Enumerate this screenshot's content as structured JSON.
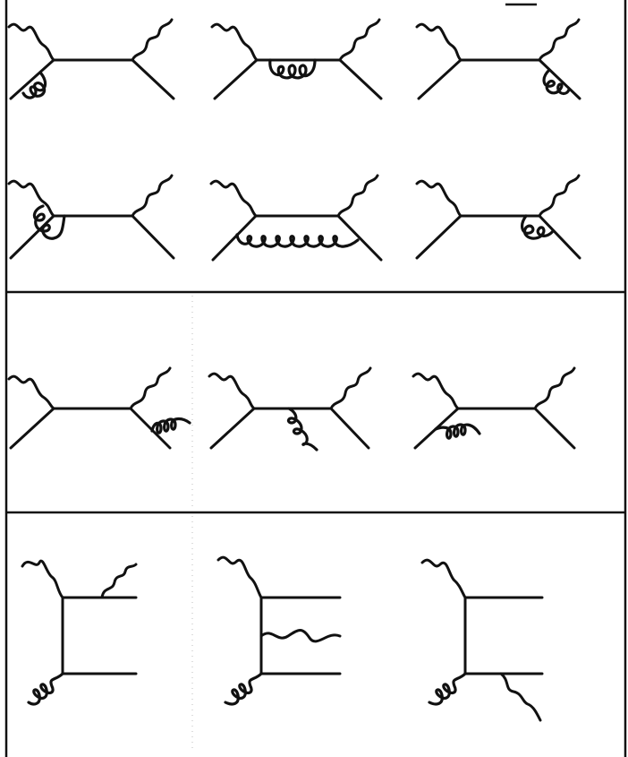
{
  "figure": {
    "panels": [
      {
        "id": "virtual-corrections",
        "diagram_count": 6,
        "diagrams": [
          {
            "id": "vertex-correction-left",
            "kind": "self-energy-loop"
          },
          {
            "id": "propagator-correction",
            "kind": "self-energy-loop"
          },
          {
            "id": "vertex-correction-right",
            "kind": "self-energy-loop"
          },
          {
            "id": "vertex-loop-left",
            "kind": "vertex-loop"
          },
          {
            "id": "box-gluon-exchange",
            "kind": "box-loop"
          },
          {
            "id": "vertex-loop-right",
            "kind": "vertex-loop"
          }
        ]
      },
      {
        "id": "real-gluon-emission",
        "diagram_count": 3,
        "diagrams": [
          {
            "id": "emission-final-leg",
            "kind": "gluon-emission"
          },
          {
            "id": "emission-internal-line",
            "kind": "gluon-emission"
          },
          {
            "id": "emission-initial-vertex",
            "kind": "gluon-emission"
          }
        ]
      },
      {
        "id": "gluon-initiated",
        "diagram_count": 3,
        "diagrams": [
          {
            "id": "photon-gluon-upper-photon",
            "kind": "t-channel"
          },
          {
            "id": "photon-gluon-middle-photon",
            "kind": "t-channel"
          },
          {
            "id": "photon-gluon-lower-photon",
            "kind": "t-channel"
          }
        ]
      }
    ],
    "colors": {
      "ink": "#111111",
      "paper": "#ffffff"
    }
  }
}
